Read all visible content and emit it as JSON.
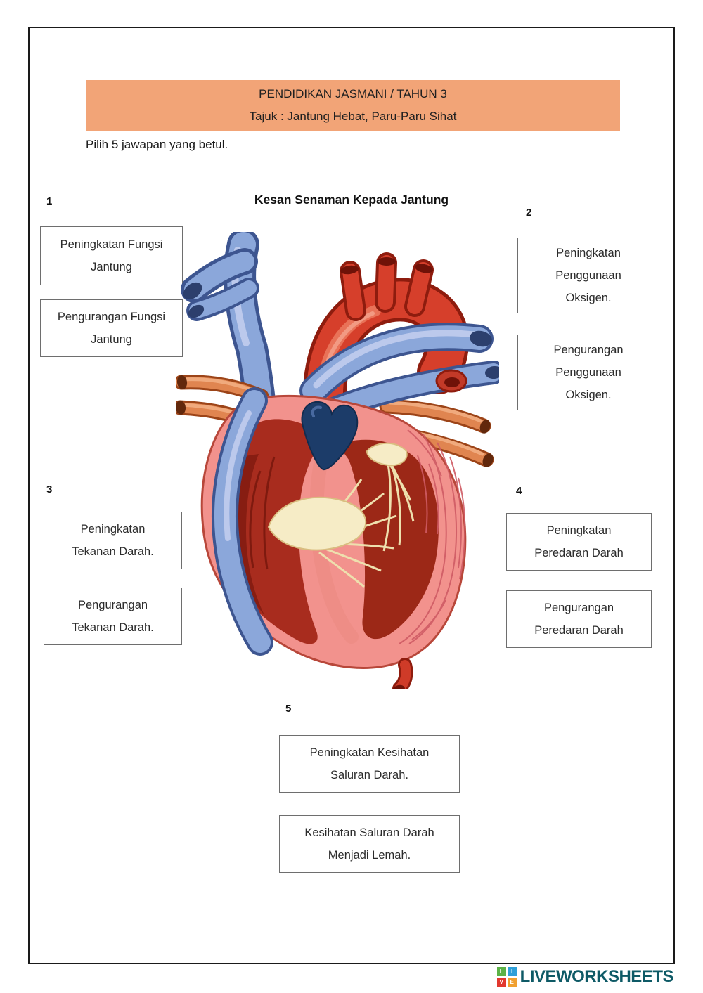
{
  "colors": {
    "header_bg": "#f2a477",
    "brand_teal": "#0e5a66"
  },
  "header": {
    "line1": "PENDIDIKAN JASMANI / TAHUN 3",
    "line2": "Tajuk : Jantung Hebat, Paru-Paru Sihat"
  },
  "instruction": "Pilih 5 jawapan yang betul.",
  "diagram_title": "Kesan Senaman Kepada Jantung",
  "questions": [
    {
      "number": "1",
      "options": [
        {
          "lines": [
            "Peningkatan Fungsi",
            "Jantung"
          ]
        },
        {
          "lines": [
            "Pengurangan Fungsi",
            "Jantung"
          ]
        }
      ]
    },
    {
      "number": "2",
      "options": [
        {
          "lines": [
            "Peningkatan",
            "Penggunaan",
            "Oksigen."
          ]
        },
        {
          "lines": [
            "Pengurangan",
            "Penggunaan",
            "Oksigen."
          ]
        }
      ]
    },
    {
      "number": "3",
      "options": [
        {
          "lines": [
            "Peningkatan",
            "Tekanan Darah."
          ]
        },
        {
          "lines": [
            "Pengurangan",
            "Tekanan Darah."
          ]
        }
      ]
    },
    {
      "number": "4",
      "options": [
        {
          "lines": [
            "Peningkatan",
            "Peredaran Darah"
          ]
        },
        {
          "lines": [
            "Pengurangan",
            "Peredaran Darah"
          ]
        }
      ]
    },
    {
      "number": "5",
      "options": [
        {
          "lines": [
            "Peningkatan Kesihatan",
            "Saluran Darah."
          ]
        },
        {
          "lines": [
            "Kesihatan Saluran Darah",
            "Menjadi Lemah."
          ]
        }
      ]
    }
  ],
  "footer": {
    "brand": "LIVEWORKSHEETS",
    "icon_letters": [
      "L",
      "I",
      "V",
      "E"
    ]
  }
}
